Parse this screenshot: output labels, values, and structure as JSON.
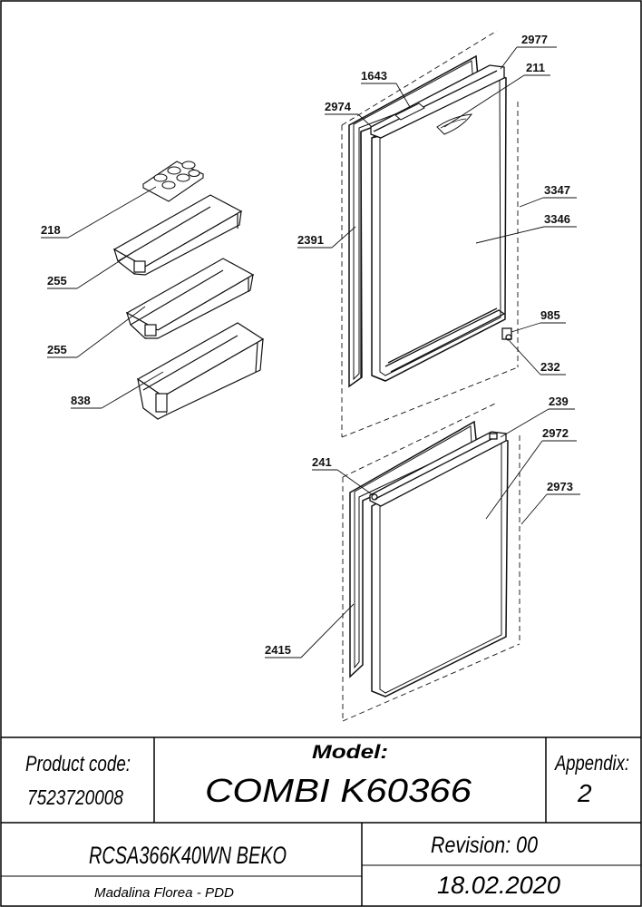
{
  "part_labels": {
    "p2977": "2977",
    "p211": "211",
    "p1643": "1643",
    "p2974": "2974",
    "p3347": "3347",
    "p3346": "3346",
    "p218": "218",
    "p2391": "2391",
    "p255a": "255",
    "p255b": "255",
    "p985": "985",
    "p232": "232",
    "p838": "838",
    "p239": "239",
    "p2972": "2972",
    "p241": "241",
    "p2973": "2973",
    "p2415": "2415"
  },
  "title_block": {
    "product_code_label": "Product code:",
    "product_code": "7523720008",
    "model_label": "Model:",
    "model": "COMBI K60366",
    "appendix_label": "Appendix:",
    "appendix": "2",
    "product_name": "RCSA366K40WN BEKO",
    "revision": "Revision: 00",
    "author": "Madalina Florea - PDD",
    "date": "18.02.2020"
  }
}
